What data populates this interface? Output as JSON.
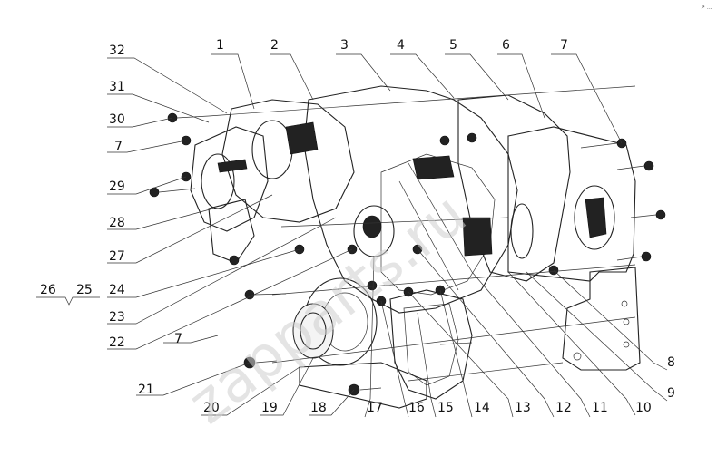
{
  "watermark": "zapparts.ru",
  "corner_mark": "↗ ...",
  "callouts": [
    {
      "id": "c1",
      "label": "1"
    },
    {
      "id": "c2",
      "label": "2"
    },
    {
      "id": "c3",
      "label": "3"
    },
    {
      "id": "c4",
      "label": "4"
    },
    {
      "id": "c5",
      "label": "5"
    },
    {
      "id": "c6",
      "label": "6"
    },
    {
      "id": "c7a",
      "label": "7"
    },
    {
      "id": "c32",
      "label": "32"
    },
    {
      "id": "c31",
      "label": "31"
    },
    {
      "id": "c30",
      "label": "30"
    },
    {
      "id": "c7b",
      "label": "7"
    },
    {
      "id": "c29",
      "label": "29"
    },
    {
      "id": "c28",
      "label": "28"
    },
    {
      "id": "c27",
      "label": "27"
    },
    {
      "id": "c26",
      "label": "26"
    },
    {
      "id": "c25",
      "label": "25"
    },
    {
      "id": "c24",
      "label": "24"
    },
    {
      "id": "c23",
      "label": "23"
    },
    {
      "id": "c22",
      "label": "22"
    },
    {
      "id": "c7c",
      "label": "7"
    },
    {
      "id": "c21",
      "label": "21"
    },
    {
      "id": "c20",
      "label": "20"
    },
    {
      "id": "c19",
      "label": "19"
    },
    {
      "id": "c18",
      "label": "18"
    },
    {
      "id": "c17",
      "label": "17"
    },
    {
      "id": "c16",
      "label": "16"
    },
    {
      "id": "c15",
      "label": "15"
    },
    {
      "id": "c14",
      "label": "14"
    },
    {
      "id": "c13",
      "label": "13"
    },
    {
      "id": "c12",
      "label": "12"
    },
    {
      "id": "c11",
      "label": "11"
    },
    {
      "id": "c10",
      "label": "10"
    },
    {
      "id": "c9",
      "label": "9"
    },
    {
      "id": "c8",
      "label": "8"
    }
  ]
}
